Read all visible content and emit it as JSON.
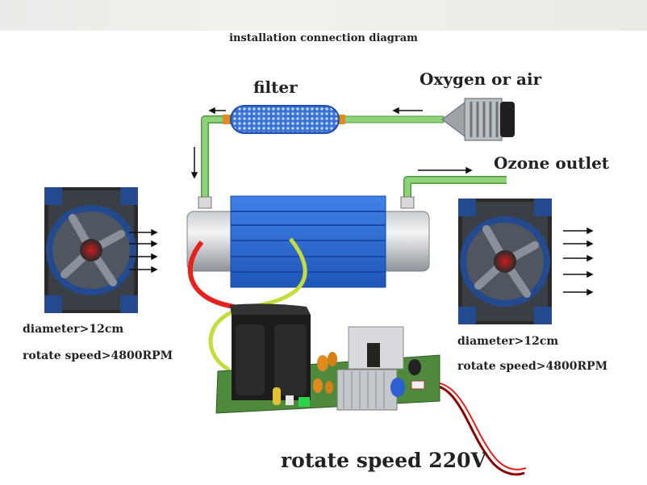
{
  "title": "installation connection diagram",
  "labels": {
    "filter": "filter",
    "oxygen_or_air": "Oxygen or air",
    "ozone_outlet": "Ozone outlet",
    "left_fan": {
      "diameter": "diameter>12cm",
      "speed": "rotate speed>4800RPM"
    },
    "right_fan": {
      "diameter": "diameter>12cm",
      "speed": "rotate speed>4800RPM"
    },
    "power": "rotate speed 220V"
  },
  "colors": {
    "tube": "#8ed27a",
    "ozone_tube_fins": "#2f6fd6",
    "fan_frame": "#23498f",
    "pcb": "#4f8a3c",
    "wire_red": "#e8211c",
    "wire_green": "#c6dc3c"
  }
}
